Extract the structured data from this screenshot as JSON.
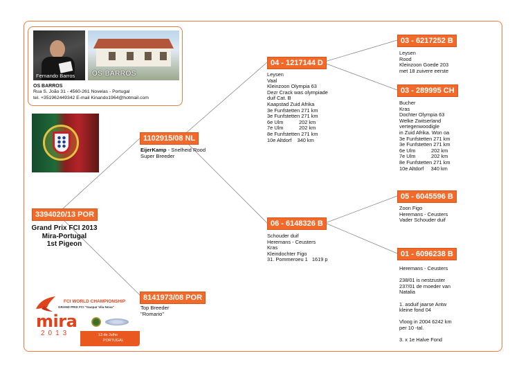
{
  "owner": {
    "photo_caption": "Fernando Barros",
    "house_caption": "OS BARROS",
    "name": "OS BARROS",
    "address": "Rua S. João 31 - 4560-261 Novelas - Portugal",
    "contact": "tel. +351962449342  E-mail Kinando1964@hotmail.com",
    "flag_icon": "portuguese-flag"
  },
  "subject": {
    "ring": "3394020/13 POR",
    "title_line1": "Grand Prix FCI 2013",
    "title_line2": "Mira-Portugal",
    "title_line3": "1st Pigeon"
  },
  "sire": {
    "ring": "1102915/08 NL",
    "bold_name": "EijerKamp",
    "name_rest": " - Snelheid Rood",
    "line2": "Super Breeder"
  },
  "dam": {
    "ring": "8141973/08 POR",
    "line1": "Top Breeder",
    "line2": "\"Romario\""
  },
  "sire_sire": {
    "ring": "04 - 1217144 D",
    "notes": "Leysen\nVaal\nKleinzoon Olympia 63\nDezr Crack was olympiade\nduif Cat. B\nKaapstad Zuid Afrika\n3e Funfstetten 271 km\n3e Funfstetten 271 km\n6e Ulm           202 km\n7e Ulm           202 km\n8e Funfstetten 271 km\n10e Altdorf    340 km"
  },
  "sire_dam": {
    "ring": "06 - 6148326 B",
    "notes": "Schouder duif\nHeremans - Ceusters\nKras\nKleindochter Figo\n31. Pommeroeu 1   1619 p"
  },
  "ggp1": {
    "ring": "03 - 6217252 B",
    "notes": "Leysen\nRood\nKleinzoon Goede 203\nmet 18 zuivere eerste"
  },
  "ggp2": {
    "ring": "03 - 289995 CH",
    "notes": "Bucher\nKras\nDochter Olympia 63\nWelke Zwitserland\nvertegenwoodigle\nin Zuid Afrika. Won oa\n3e Funfstetten 271 km\n3e Funfstetten 271 km\n6e Ulm           202 km\n7e Ulm           202 km\n8e Funfstetten 271 km\n10e Altdorf     340 km"
  },
  "ggp3": {
    "ring": "05 - 6045596 B",
    "notes": "Zoon Figo\nHeremans - Ceusters\nVader Schouder duif"
  },
  "ggp4": {
    "ring": "01 - 6096238 B",
    "notes": "Heremans - Ceusters\n\n238/01 is nestzuster\n237/01 de moeder van\nNatalia\n\n1. asduif jaarse Antw\nkleine fond 04\n\nVloog in 2004 6242 km\nper 10 -tal.\n\n3. x 1e Halve Fond"
  },
  "logo": {
    "championship": "FCI WORLD CHAMPIONSHIP",
    "gp_line": "GRAND PRIX FCI \"Gaspar Vila Nova\"",
    "mira": "mira",
    "year": "2013",
    "date_line1": "13 de Julho",
    "date_line2": "PORTUGAL"
  },
  "colors": {
    "accent": "#f26a2a",
    "frame": "#f07a3a"
  }
}
